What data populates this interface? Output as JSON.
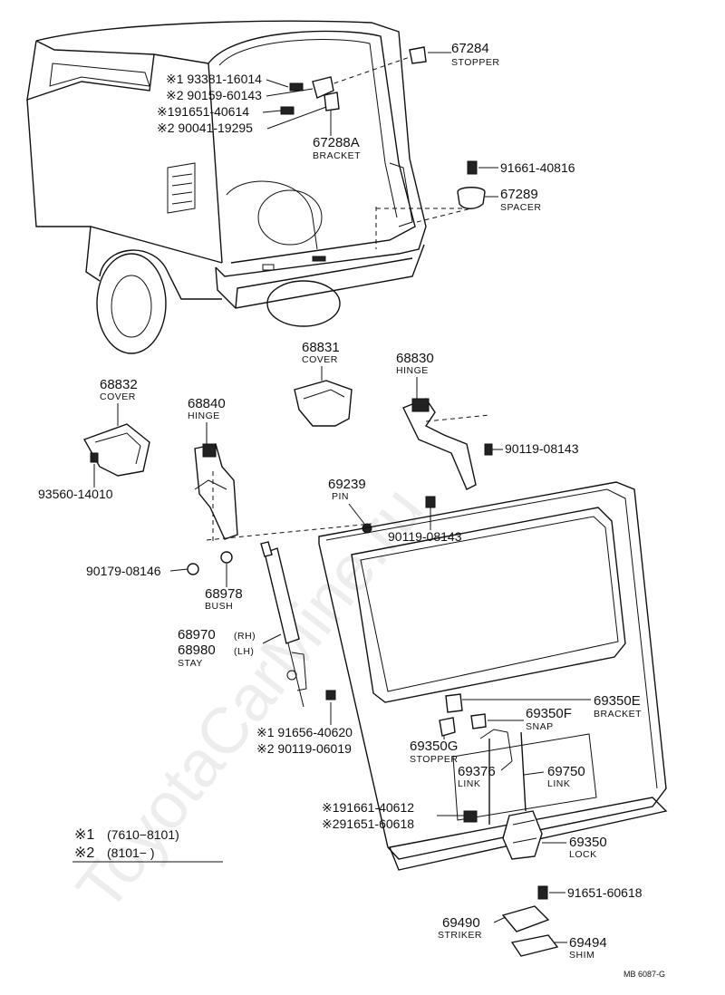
{
  "watermark": "ToyotaCarMine.ru",
  "drawing_ref": "MB 6087-G",
  "footnotes": [
    {
      "mark": "※1",
      "range": "(7610−8101)"
    },
    {
      "mark": "※2",
      "range": "(8101−       )"
    }
  ],
  "callouts": [
    {
      "id": "p67284",
      "number": "67284",
      "name": "STOPPER"
    },
    {
      "id": "p93381",
      "number": "※1  93381-16014",
      "name": ""
    },
    {
      "id": "p90159",
      "number": "※2  90159-60143",
      "name": ""
    },
    {
      "id": "p91651a",
      "number": "※191651-40614",
      "name": ""
    },
    {
      "id": "p90041",
      "number": "※2  90041-19295",
      "name": ""
    },
    {
      "id": "p67288A",
      "number": "67288A",
      "name": "BRACKET"
    },
    {
      "id": "p91661a",
      "number": "91661-40816",
      "name": ""
    },
    {
      "id": "p67289",
      "number": "67289",
      "name": "SPACER"
    },
    {
      "id": "p68831",
      "number": "68831",
      "name": "COVER"
    },
    {
      "id": "p68830",
      "number": "68830",
      "name": "HINGE"
    },
    {
      "id": "p68832",
      "number": "68832",
      "name": "COVER"
    },
    {
      "id": "p68840",
      "number": "68840",
      "name": "HINGE"
    },
    {
      "id": "p90119a",
      "number": "90119-08143",
      "name": ""
    },
    {
      "id": "p93560",
      "number": "93560-14010",
      "name": ""
    },
    {
      "id": "p69239",
      "number": "69239",
      "name": "PIN"
    },
    {
      "id": "p90119b",
      "number": "90119-08143",
      "name": ""
    },
    {
      "id": "p90179",
      "number": "90179-08146",
      "name": ""
    },
    {
      "id": "p68978",
      "number": "68978",
      "name": "BUSH"
    },
    {
      "id": "p68970",
      "number": "68970",
      "name": "(RH)"
    },
    {
      "id": "p68980",
      "number": "68980",
      "name": "(LH)"
    },
    {
      "id": "pstay",
      "number": "",
      "name": "STAY"
    },
    {
      "id": "p69350E",
      "number": "69350E",
      "name": "BRACKET"
    },
    {
      "id": "p69350F",
      "number": "69350F",
      "name": "SNAP"
    },
    {
      "id": "p91656",
      "number": "※1 91656-40620",
      "name": ""
    },
    {
      "id": "p90119c",
      "number": "※2 90119-06019",
      "name": ""
    },
    {
      "id": "p69350G",
      "number": "69350G",
      "name": "STOPPER"
    },
    {
      "id": "p69376",
      "number": "69376",
      "name": "LINK"
    },
    {
      "id": "p69750",
      "number": "69750",
      "name": "LINK"
    },
    {
      "id": "p91661b",
      "number": "※191661-40612",
      "name": ""
    },
    {
      "id": "p91651b",
      "number": "※291651-60618",
      "name": ""
    },
    {
      "id": "p69350",
      "number": "69350",
      "name": "LOCK"
    },
    {
      "id": "p91651c",
      "number": "91651-60618",
      "name": ""
    },
    {
      "id": "p69490",
      "number": "69490",
      "name": "STRIKER"
    },
    {
      "id": "p69494",
      "number": "69494",
      "name": "SHIM"
    }
  ]
}
